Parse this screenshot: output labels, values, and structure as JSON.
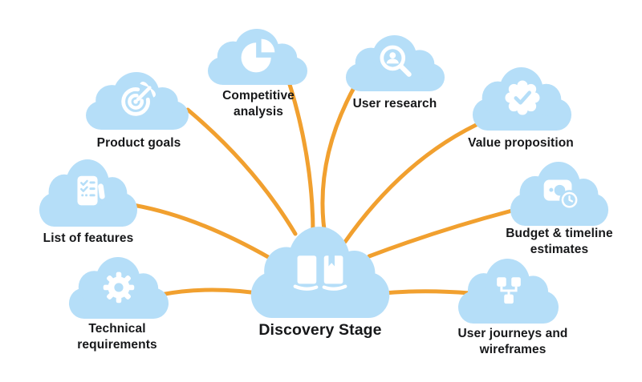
{
  "diagram_title": "Discovery Stage",
  "colors": {
    "background": "#FFFFFF",
    "cloud": "#B5DEF8",
    "connector": "#F1A02F",
    "text": "#17181A",
    "icon": "#FFFFFF"
  },
  "center": {
    "id": "discovery-stage",
    "label": "Discovery Stage",
    "icon": "open-book-icon"
  },
  "nodes": [
    {
      "id": "product-goals",
      "label": "Product goals",
      "icon": "target-arrow-icon"
    },
    {
      "id": "competitive-analysis",
      "label": "Competitive analysis",
      "icon": "pie-chart-icon"
    },
    {
      "id": "user-research",
      "label": "User research",
      "icon": "user-search-icon"
    },
    {
      "id": "value-proposition",
      "label": "Value proposition",
      "icon": "verified-badge-icon"
    },
    {
      "id": "list-of-features",
      "label": "List of features",
      "icon": "checklist-icon"
    },
    {
      "id": "budget-timeline-estimates",
      "label": "Budget & timeline estimates",
      "icon": "wallet-clock-icon"
    },
    {
      "id": "technical-requirements",
      "label": "Technical requirements",
      "icon": "gear-icon"
    },
    {
      "id": "user-journeys-wireframes",
      "label": "User journeys and wireframes",
      "icon": "sitemap-icon"
    }
  ],
  "connections": [
    {
      "from": "discovery-stage",
      "to": "product-goals"
    },
    {
      "from": "discovery-stage",
      "to": "competitive-analysis"
    },
    {
      "from": "discovery-stage",
      "to": "user-research"
    },
    {
      "from": "discovery-stage",
      "to": "value-proposition"
    },
    {
      "from": "discovery-stage",
      "to": "list-of-features"
    },
    {
      "from": "discovery-stage",
      "to": "budget-timeline-estimates"
    },
    {
      "from": "discovery-stage",
      "to": "technical-requirements"
    },
    {
      "from": "discovery-stage",
      "to": "user-journeys-wireframes"
    }
  ]
}
